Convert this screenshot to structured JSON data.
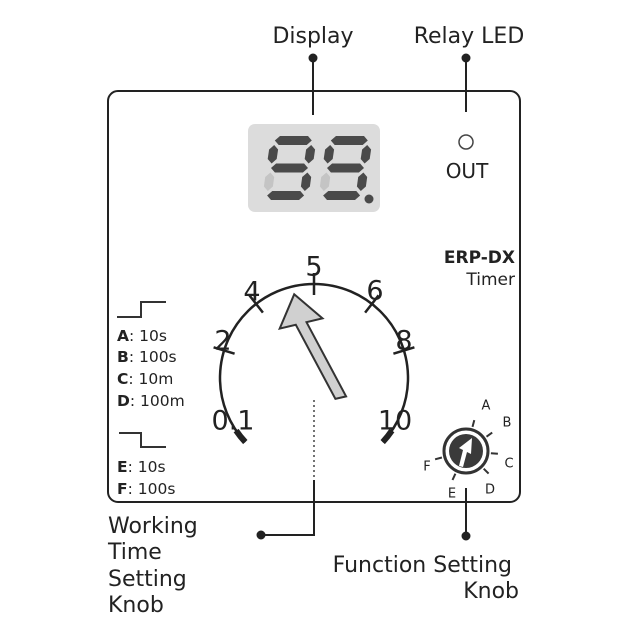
{
  "callouts": {
    "display": "Display",
    "relay_led": "Relay LED",
    "working_time_knob": [
      "Working",
      "Time",
      "Setting",
      "Knob"
    ],
    "function_knob": [
      "Function Setting",
      "Knob"
    ]
  },
  "display": {
    "digits": "99"
  },
  "led": {
    "label": "OUT"
  },
  "model": {
    "name": "ERP-DX",
    "type": "Timer"
  },
  "time_dial": {
    "scale": [
      "0.1",
      "2",
      "4",
      "5",
      "6",
      "8",
      "10"
    ],
    "pointer_fraction": 0.45
  },
  "time_ranges": [
    {
      "code": "A",
      "text": ": 10s"
    },
    {
      "code": "B",
      "text": ": 100s"
    },
    {
      "code": "C",
      "text": ": 10m"
    },
    {
      "code": "D",
      "text": ": 100m"
    },
    {
      "code": "E",
      "text": ": 10s"
    },
    {
      "code": "F",
      "text": ": 100s"
    }
  ],
  "function_dial": {
    "positions": [
      "A",
      "B",
      "C",
      "D",
      "E",
      "F"
    ]
  },
  "colors": {
    "outline": "#222222",
    "display_bg": "#dcdcdc",
    "segment_on": "#4a4a4a",
    "segment_off": "#c4c4c4",
    "pointer_fill": "#d0d0d0",
    "knob_fill": "#3a3a3a"
  }
}
